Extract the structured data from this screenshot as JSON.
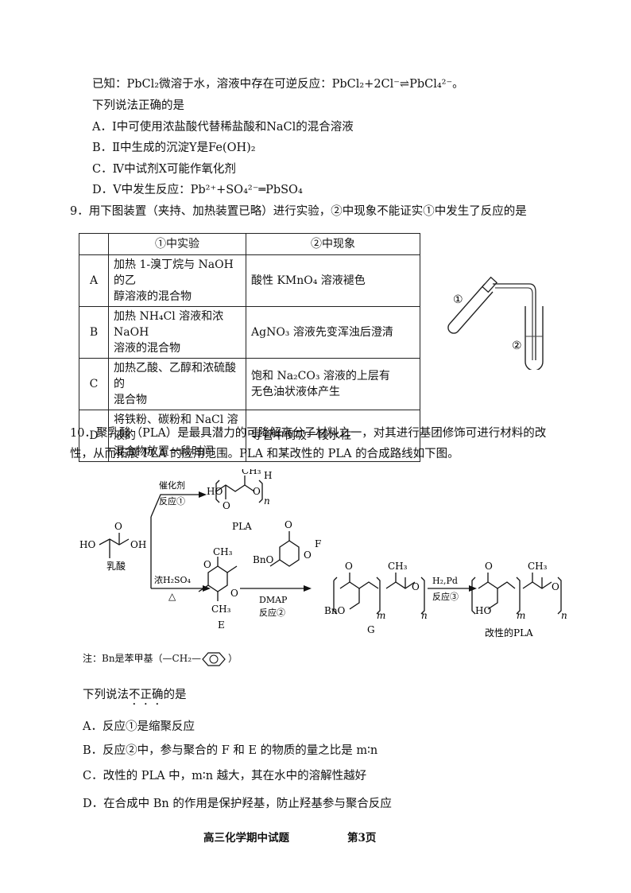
{
  "q8": {
    "known": "已知：PbCl₂微溶于水，溶液中存在可逆反应：PbCl₂+2Cl⁻⇌PbCl₄²⁻。",
    "prompt": "下列说法正确的是",
    "options": [
      "A．Ⅰ中可使用浓盐酸代替稀盐酸和NaCl的混合溶液",
      "B．Ⅱ中生成的沉淀Y是Fe(OH)₂",
      "C．Ⅳ中试剂X可能作氧化剂",
      "D．Ⅴ中发生反应：Pb²⁺+SO₄²⁻═PbSO₄"
    ]
  },
  "q9": {
    "stem": "9．用下图装置（夹持、加热装置已略）进行实验，②中现象不能证实①中发生了反应的是",
    "table": {
      "headers": [
        "",
        "①中实验",
        "②中现象"
      ],
      "rows": [
        {
          "key": "A",
          "exp1": "加热 1-溴丁烷与 NaOH 的乙",
          "exp2": "醇溶液的混合物",
          "obs1": "酸性 KMnO₄ 溶液褪色",
          "obs2": ""
        },
        {
          "key": "B",
          "exp1": "加热 NH₄Cl 溶液和浓 NaOH",
          "exp2": "溶液的混合物",
          "obs1": "AgNO₃ 溶液先变浑浊后澄清",
          "obs2": ""
        },
        {
          "key": "C",
          "exp1": "加热乙酸、乙醇和浓硫酸的",
          "exp2": "混合物",
          "obs1": "饱和 Na₂CO₃ 溶液的上层有",
          "obs2": "无色油状液体产生"
        },
        {
          "key": "D",
          "exp1": "将铁粉、碳粉和 NaCl 溶液的",
          "exp2": "混合物放置一段时间",
          "obs1": "导管中倒吸一段水柱",
          "obs2": ""
        }
      ]
    },
    "apparatus": {
      "label1": "①",
      "label2": "②"
    }
  },
  "q10": {
    "stem1": "10．聚乳酸（PLA）是最具潜力的可降解高分子材料之一，对其进行基团修饰可进行材料的改",
    "stem2": "性，从而拓展 PLA 的应用范围。PLA 和某改性的 PLA 的合成路线如下图。",
    "scheme": {
      "catalyst": "催化剂",
      "reaction1": "反应①",
      "pla": "PLA",
      "lactic_acid": "乳酸",
      "conc_h2so4": "浓H₂SO₄",
      "heat": "△",
      "e": "E",
      "dmap": "DMAP",
      "reaction2": "反应②",
      "f": "F",
      "g": "G",
      "h2pd": "H₂,Pd",
      "reaction3": "反应③",
      "modified": "改性的PLA",
      "note": "注：Bn是苯甲基（—CH₂—",
      "note_end": "）"
    },
    "prompt_a": "下列说法",
    "prompt_b": "不正确",
    "prompt_c": "的是",
    "options": [
      "A．反应①是缩聚反应",
      "B．反应②中，参与聚合的 F 和 E 的物质的量之比是 m∶n",
      "C．改性的 PLA 中，m∶n 越大，其在水中的溶解性越好",
      "D．在合成中 Bn 的作用是保护羟基，防止羟基参与聚合反应"
    ]
  },
  "footer": {
    "title": "高三化学期中试题",
    "page": "第3页"
  }
}
